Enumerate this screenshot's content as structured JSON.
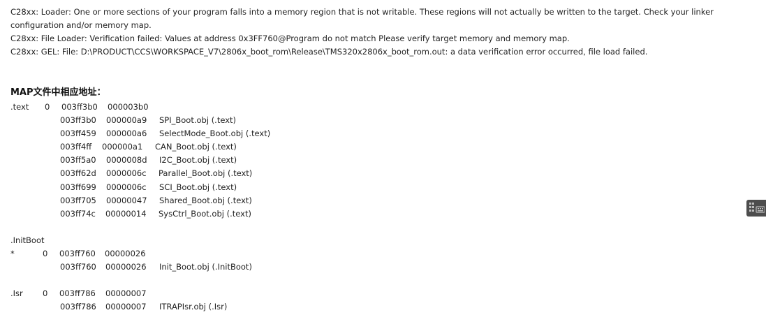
{
  "console": {
    "lines": [
      "C28xx: Loader: One or more sections of your program falls into a memory region that is not writable.  These regions will not actually be written to the target.  Check your linker configuration and/or memory map.",
      "C28xx: File Loader: Verification failed: Values at address 0x3FF760@Program do not match Please verify target memory and memory map.",
      "C28xx: GEL: File: D:\\PRODUCT\\CCS\\WORKSPACE_V7\\2806x_boot_rom\\Release\\TMS320x2806x_boot_rom.out: a data verification error occurred, file load failed."
    ]
  },
  "map_heading": "MAP文件中相应地址：",
  "map": {
    "text_section": {
      "name": ".text",
      "page": "0",
      "origin": "003ff3b0",
      "length": "000003b0",
      "entries": [
        {
          "addr": "003ff3b0",
          "len": "000000a9",
          "obj": "SPI_Boot.obj (.text)"
        },
        {
          "addr": "003ff459",
          "len": "000000a6",
          "obj": "SelectMode_Boot.obj (.text)"
        },
        {
          "addr": "003ff4ff",
          "len": "000000a1",
          "obj": "CAN_Boot.obj (.text)"
        },
        {
          "addr": "003ff5a0",
          "len": "0000008d",
          "obj": "I2C_Boot.obj (.text)"
        },
        {
          "addr": "003ff62d",
          "len": "0000006c",
          "obj": "Parallel_Boot.obj (.text)"
        },
        {
          "addr": "003ff699",
          "len": "0000006c",
          "obj": "SCI_Boot.obj (.text)"
        },
        {
          "addr": "003ff705",
          "len": "00000047",
          "obj": "Shared_Boot.obj (.text)"
        },
        {
          "addr": "003ff74c",
          "len": "00000014",
          "obj": "SysCtrl_Boot.obj (.text)"
        }
      ]
    },
    "initboot_section": {
      "name": ".InitBoot",
      "star": "*",
      "page": "0",
      "origin": "003ff760",
      "length": "00000026",
      "entries": [
        {
          "addr": "003ff760",
          "len": "00000026",
          "obj": "Init_Boot.obj (.InitBoot)"
        }
      ]
    },
    "isr_section": {
      "name": ".Isr",
      "page": "0",
      "origin": "003ff786",
      "length": "00000007",
      "entries": [
        {
          "addr": "003ff786",
          "len": "00000007",
          "obj": "ITRAPIsr.obj (.Isr)"
        }
      ]
    }
  },
  "side_widget": {
    "icon": "keyboard-icon"
  }
}
